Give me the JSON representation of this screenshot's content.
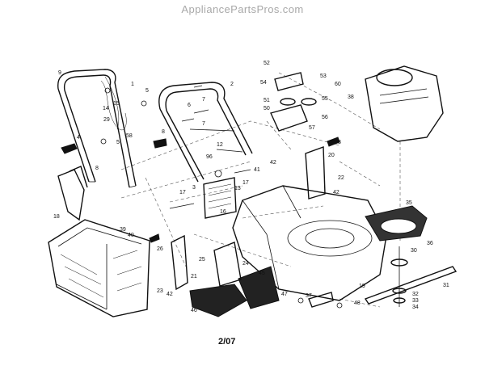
{
  "watermark": "AppliancePartsPros.com",
  "footer": {
    "date_code": "2/07"
  },
  "callouts": [
    "1",
    "2",
    "3",
    "4",
    "5",
    "6",
    "7",
    "8",
    "9",
    "12",
    "13",
    "14",
    "15",
    "16",
    "17",
    "18",
    "19",
    "20",
    "21",
    "22",
    "23",
    "24",
    "25",
    "26",
    "29",
    "30",
    "31",
    "32",
    "33",
    "34",
    "35",
    "36",
    "37",
    "38",
    "39",
    "40",
    "41",
    "42",
    "45",
    "46",
    "47",
    "48",
    "50",
    "51",
    "52",
    "53",
    "54",
    "55",
    "56",
    "57",
    "58",
    "60",
    "96"
  ]
}
